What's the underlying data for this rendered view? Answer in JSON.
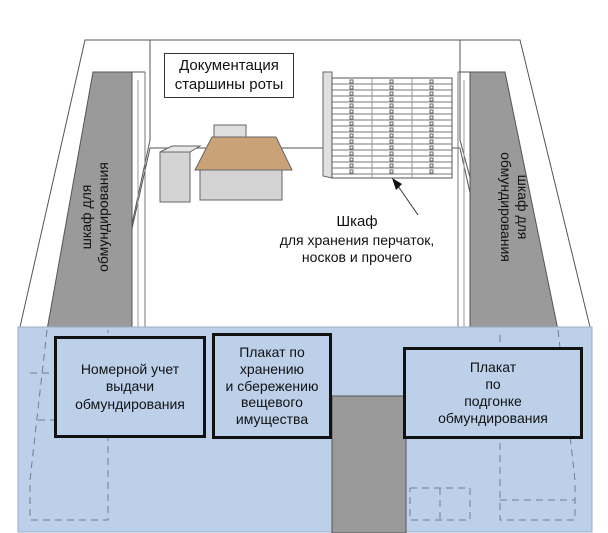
{
  "colors": {
    "front_wall": "#bcd0ea",
    "cabinet": "#9a9a9a",
    "desk_top": "#c9a277",
    "door": "#9a9a9a",
    "poster_border": "#111111"
  },
  "labels": {
    "documentation": [
      "Документация",
      "старшины роты"
    ],
    "left_cabinet": [
      "шкаф для",
      "обмундирования"
    ],
    "right_cabinet": [
      "шкаф для",
      "обмундирования"
    ],
    "storage_cabinet": [
      "Шкаф",
      "для хранения перчаток,",
      "носков и прочего"
    ]
  },
  "posters": {
    "accounting": [
      "Номерной учет",
      "выдачи",
      "обмундирования"
    ],
    "storage": [
      "Плакат по",
      "хранению",
      "и сбережению",
      "вещевого",
      "имущества"
    ],
    "fitting": [
      "Плакат",
      "по",
      "подгонке",
      "обмундирования"
    ]
  }
}
